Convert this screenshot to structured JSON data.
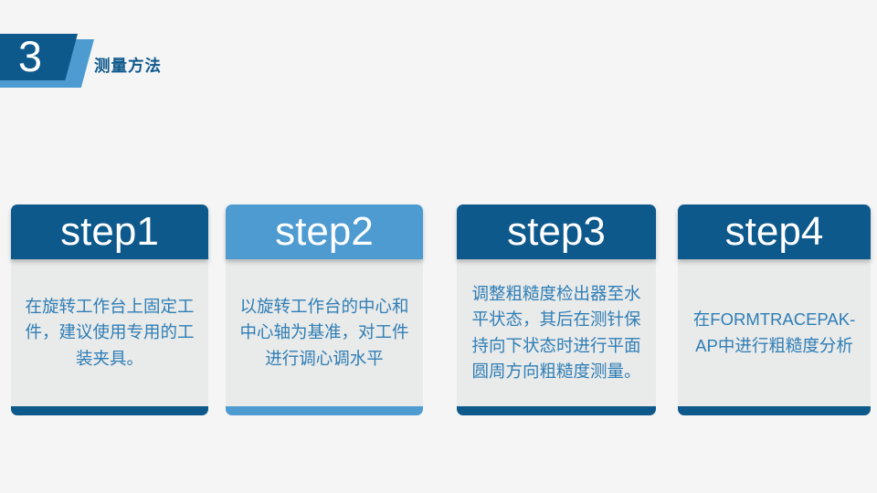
{
  "slide": {
    "badge_number": "3",
    "title": "测量方法"
  },
  "colors": {
    "dark_blue": "#0E598C",
    "light_blue": "#4D9BD1",
    "body_text": "#2F7EB5",
    "card_body_bg": "#E9EAEA",
    "slide_bg": "#F5F5F6"
  },
  "steps": [
    {
      "label": "step1",
      "theme": "dark",
      "text": "在旋转工作台上固定工件，建议使用专用的工装夹具。"
    },
    {
      "label": "step2",
      "theme": "light",
      "text": "以旋转工作台的中心和中心轴为基准，对工件进行调心调水平"
    },
    {
      "label": "step3",
      "theme": "dark",
      "text": "调整粗糙度检出器至水平状态，其后在测针保持向下状态时进行平面圆周方向粗糙度测量。"
    },
    {
      "label": "step4",
      "theme": "dark",
      "text": "在FORMTRACEPAK-AP中进行粗糙度分析"
    }
  ]
}
